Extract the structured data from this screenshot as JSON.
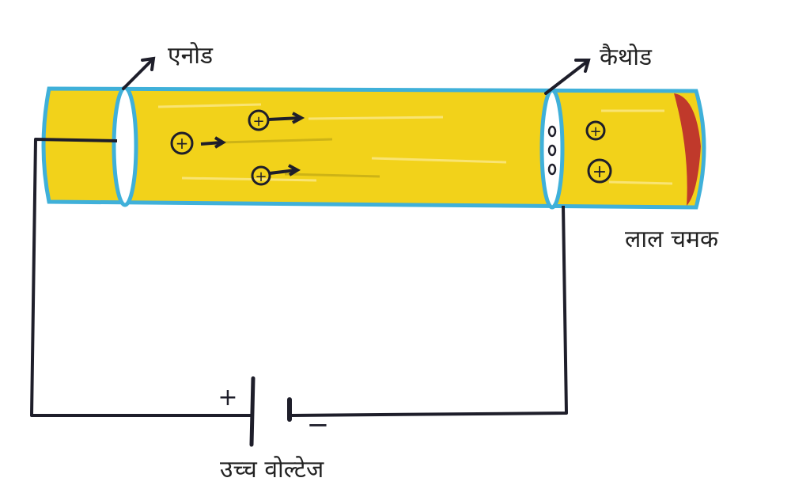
{
  "labels": {
    "anode": "एनोड",
    "cathode": "कैथोड",
    "red_glow": "लाल चमक",
    "high_voltage": "उच्च वोल्टेज",
    "battery_plus": "+",
    "battery_minus": "−"
  },
  "particles": {
    "positive_symbol": "+"
  },
  "colors": {
    "tube_fill": "#f2d21a",
    "tube_outline": "#3fb0d9",
    "wire": "#1e1e2a",
    "red_glow": "#c0392b",
    "hole_fill": "#ffffff",
    "background": "#ffffff"
  }
}
